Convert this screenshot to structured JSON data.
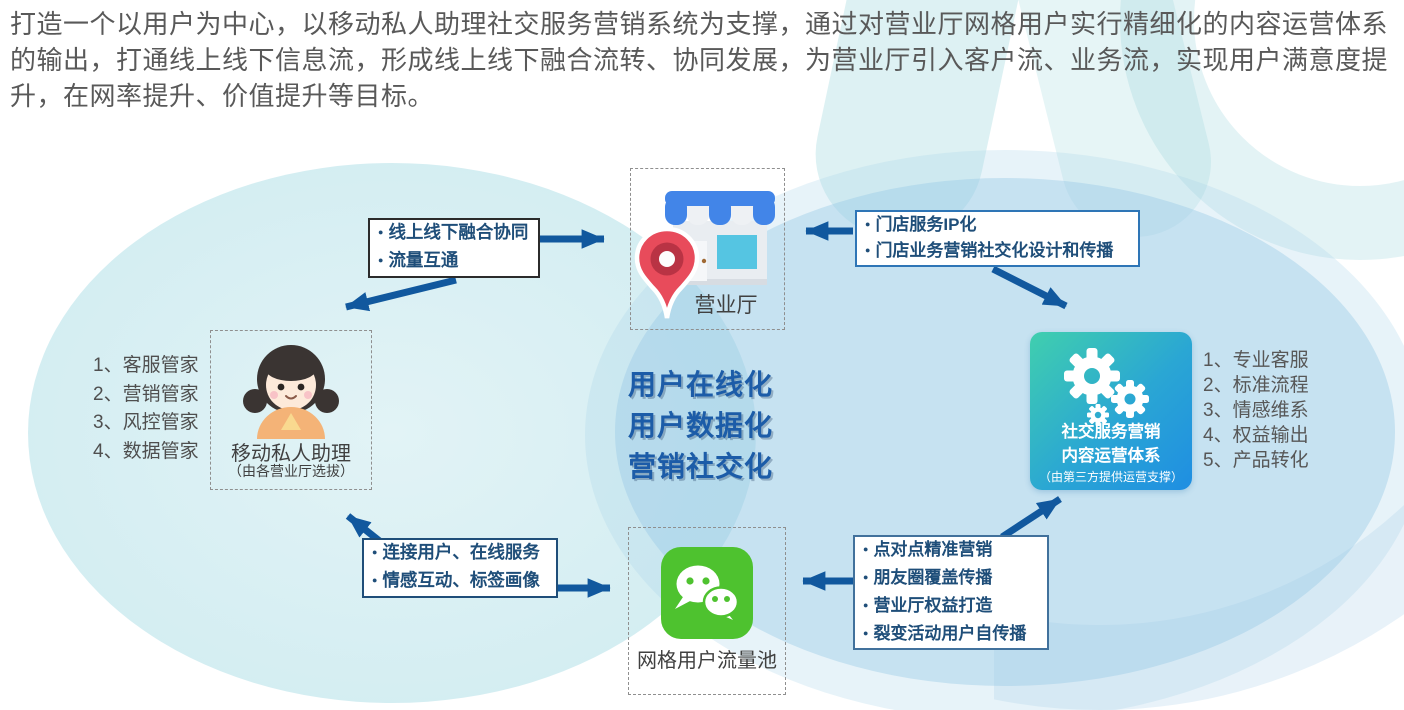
{
  "intro": "打造一个以用户为中心，以移动私人助理社交服务营销系统为支撑，通过对营业厅网格用户实行精细化的内容运营体系的输出，打通线上线下信息流，形成线上线下融合流转、协同发展，为营业厅引入客户流、业务流，实现用户满意度提升，在网率提升、价值提升等目标。",
  "goals": [
    "用户在线化",
    "用户数据化",
    "营销社交化"
  ],
  "nodes": {
    "store": {
      "label": "营业厅"
    },
    "assistant": {
      "label": "移动私人助理",
      "note": "（由各营业厅选拔）"
    },
    "pool": {
      "label": "网格用户流量池"
    },
    "system": {
      "title1": "社交服务营销",
      "title2": "内容运营体系",
      "note": "（由第三方提供运营支撑）"
    }
  },
  "assistant_roles": [
    "1、客服管家",
    "2、营销管家",
    "3、风控管家",
    "4、数据管家"
  ],
  "system_features": [
    "1、专业客服",
    "2、标准流程",
    "3、情感维系",
    "4、权益输出",
    "5、产品转化"
  ],
  "callouts": {
    "top_left": {
      "items": [
        "线上线下融合协同",
        "流量互通"
      ]
    },
    "top_right": {
      "items": [
        "门店服务IP化",
        "门店业务营销社交化设计和传播"
      ]
    },
    "bottom_left": {
      "items": [
        "连接用户、在线服务",
        "情感互动、标签画像"
      ]
    },
    "bottom_right": {
      "items": [
        "点对点精准营销",
        "朋友圈覆盖传播",
        "营业厅权益打造",
        "裂变活动用户自传播"
      ]
    }
  },
  "icons": {
    "store": "store-icon",
    "location_pin": "location-pin-icon",
    "assistant_avatar": "assistant-avatar-icon",
    "wechat": "wechat-icon",
    "gears": "gears-icon"
  },
  "colors": {
    "arrow": "#11589e",
    "callout_text": "#1f4e79",
    "goal_text": "#1c5ca8",
    "body_text": "#595959",
    "label_text": "#404040",
    "wechat_green": "#4ec22f",
    "pin_red": "#e84b5b",
    "awning_blue": "#4285e8",
    "window_cyan": "#55c5e2",
    "card_gradient_start": "#40cfae",
    "card_gradient_end": "#1f8ee2",
    "ellipse_left": "#e3f3f6",
    "ellipse_right": "#cee4f1"
  }
}
